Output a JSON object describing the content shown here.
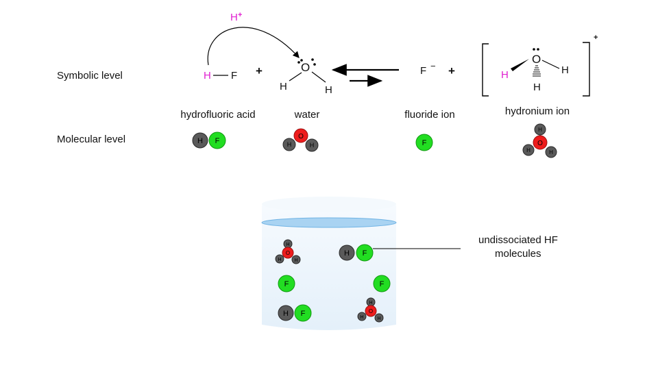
{
  "levels": {
    "symbolic": "Symbolic level",
    "molecular": "Molecular level"
  },
  "symbolic": {
    "proton": "H",
    "proton_charge": "+",
    "hf_h": "H",
    "hf_f": "F",
    "plus": "+",
    "water_o": "O",
    "water_h_left": "H",
    "water_h_right": "H",
    "fluoride_f": "F",
    "fluoride_charge": "−",
    "hydronium_o": "O",
    "hydronium_h_left": "H",
    "hydronium_h_right": "H",
    "hydronium_h_bottom": "H",
    "bracket_charge": "+"
  },
  "species": {
    "hf": "hydrofluoric acid",
    "water": "water",
    "fluoride": "fluoride ion",
    "hydronium": "hydronium ion"
  },
  "atoms": {
    "h": "H",
    "f": "F",
    "o": "O"
  },
  "beaker": {
    "callout_line1": "undissociated HF",
    "callout_line2": "molecules"
  },
  "colors": {
    "proton": "#e020d0",
    "hydrogen_atom": "#5a5a5a",
    "fluorine_atom": "#22dd22",
    "oxygen_atom": "#ee1c1c",
    "beaker_fill": "#eaf4fc",
    "water_surface": "#a9d3f2"
  }
}
